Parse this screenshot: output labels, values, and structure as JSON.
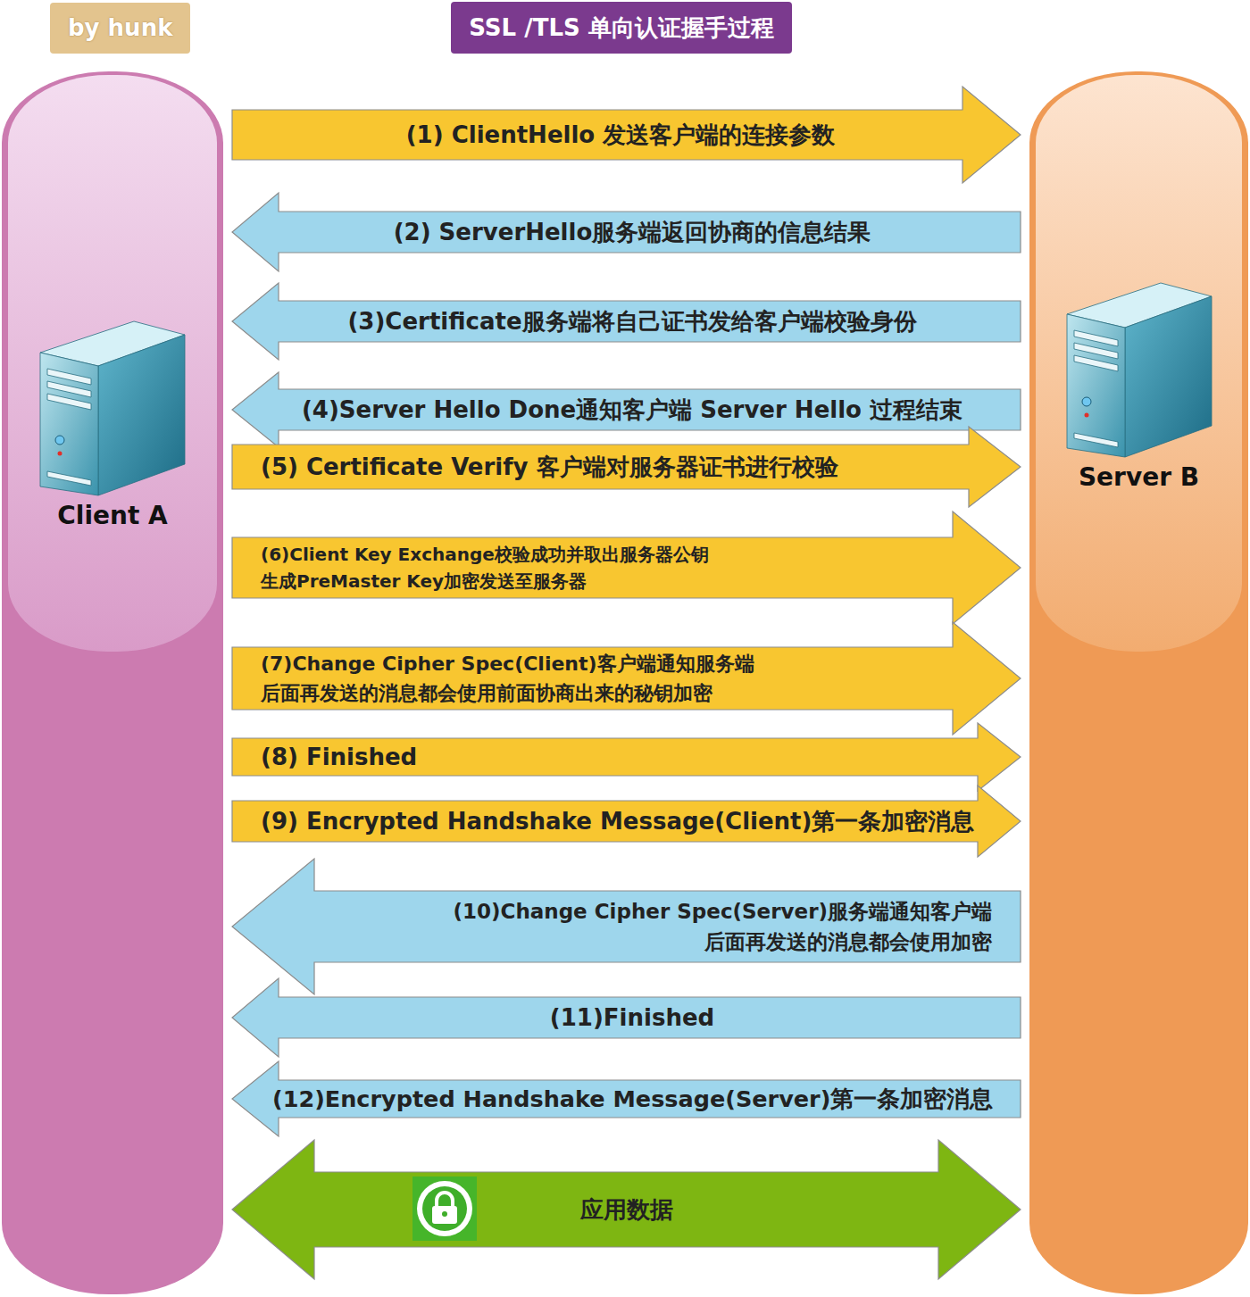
{
  "diagram": {
    "title": "SSL /TLS 单向认证握手过程",
    "nodes": [
      {
        "text": [
          "Client A"
        ]
      },
      {
        "text": [
          "Server B"
        ]
      }
    ],
    "edges": [
      {
        "from": 0,
        "to": 1,
        "label": "(1) ClientHello 发送客户端的连接参数",
        "arrow": "to"
      },
      {
        "from": 1,
        "to": 0,
        "label": "(2) ServerHello服务端返回协商的信息结果",
        "arrow": "to"
      },
      {
        "from": 1,
        "to": 0,
        "label": "(3)Certificate服务端将自己证书发给客户端校验身份",
        "arrow": "to"
      },
      {
        "from": 1,
        "to": 0,
        "label": "(4)Server Hello Done通知客户端 Server Hello 过程结束",
        "arrow": "to"
      },
      {
        "from": 0,
        "to": 1,
        "label": "(5) Certificate Verify 客户端对服务器证书进行校验",
        "arrow": "to"
      },
      {
        "from": 0,
        "to": 1,
        "label": "(6)Client Key Exchange校验成功并取出服务器公钥 生成PreMaster Key加密发送至服务器",
        "arrow": "to"
      },
      {
        "from": 0,
        "to": 1,
        "label": "(7)Change Cipher Spec(Client)客户端通知服务端 后面再发送的消息都会使用前面协商出来的秘钥加密",
        "arrow": "to"
      },
      {
        "from": 0,
        "to": 1,
        "label": "(8) Finished",
        "arrow": "to"
      },
      {
        "from": 0,
        "to": 1,
        "label": "(9) Encrypted Handshake Message(Client)第一条加密消息",
        "arrow": "to"
      },
      {
        "from": 1,
        "to": 0,
        "label": "(10)Change Cipher Spec(Server)服务端通知客户端 后面再发送的消息都会使用加密",
        "arrow": "to"
      },
      {
        "from": 1,
        "to": 0,
        "label": "(11)Finished",
        "arrow": "to"
      },
      {
        "from": 1,
        "to": 0,
        "label": "(12)Encrypted Handshake Message(Server)第一条加密消息",
        "arrow": "to"
      },
      {
        "from": 0,
        "to": 1,
        "label": "应用数据",
        "arrow": "both"
      }
    ],
    "labels": [
      "by hunk"
    ]
  }
}
